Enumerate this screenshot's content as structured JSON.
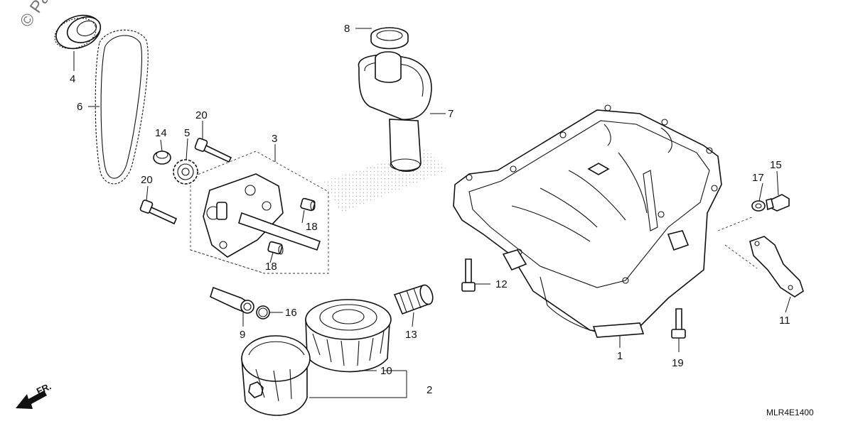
{
  "watermark": "© Par",
  "drawing_code": "MLR4E1400",
  "direction_label": "FR.",
  "callouts": {
    "c1": "1",
    "c2": "2",
    "c3": "3",
    "c4": "4",
    "c5": "5",
    "c6": "6",
    "c7": "7",
    "c8": "8",
    "c9": "9",
    "c10": "10",
    "c11": "11",
    "c12": "12",
    "c13": "13",
    "c14": "14",
    "c15": "15",
    "c16": "16",
    "c17": "17",
    "c18a": "18",
    "c18b": "18",
    "c19": "19",
    "c20a": "20",
    "c20b": "20"
  }
}
